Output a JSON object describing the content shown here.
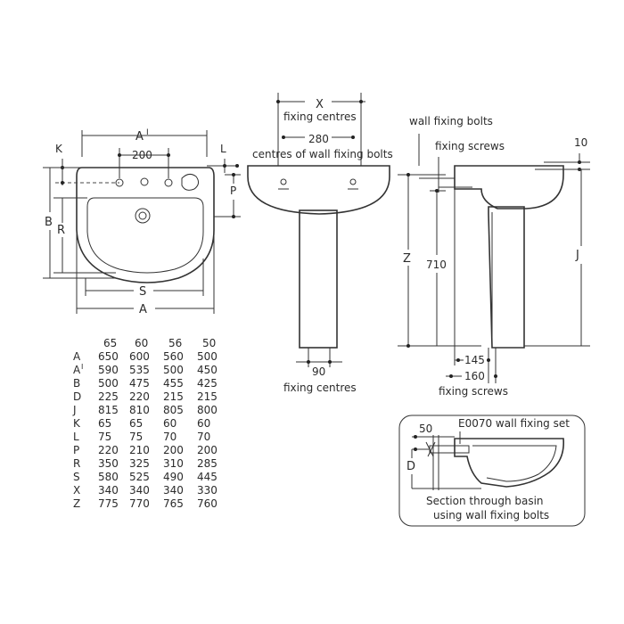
{
  "labels": {
    "a_prime": "A",
    "a_prime_mark": "I",
    "k": "K",
    "l": "L",
    "p": "P",
    "b": "B",
    "r": "R",
    "s": "S",
    "a": "A",
    "dim_200": "200",
    "x": "X",
    "fixing_centres_top": "fixing centres",
    "dim_280": "280",
    "centres_wall_bolts": "centres of wall fixing bolts",
    "dim_90": "90",
    "fixing_centres_bottom": "fixing centres",
    "wall_fixing_bolts": "wall fixing bolts",
    "fixing_screws_top": "fixing screws",
    "dim_10": "10",
    "z": "Z",
    "dim_710": "710",
    "j": "J",
    "dim_145": "145",
    "dim_160": "160",
    "fixing_screws_bottom": "fixing screws",
    "dim_50": "50",
    "e0070": "E0070 wall fixing set",
    "d": "D",
    "section_line1": "Section through basin",
    "section_line2": "using wall fixing bolts"
  },
  "table": {
    "headers": [
      "65",
      "60",
      "56",
      "50"
    ],
    "rows": [
      {
        "key": "A",
        "sup": "",
        "values": [
          "650",
          "600",
          "560",
          "500"
        ]
      },
      {
        "key": "A",
        "sup": "I",
        "values": [
          "590",
          "535",
          "500",
          "450"
        ]
      },
      {
        "key": "B",
        "sup": "",
        "values": [
          "500",
          "475",
          "455",
          "425"
        ]
      },
      {
        "key": "D",
        "sup": "",
        "values": [
          "225",
          "220",
          "215",
          "215"
        ]
      },
      {
        "key": "J",
        "sup": "",
        "values": [
          "815",
          "810",
          "805",
          "800"
        ]
      },
      {
        "key": "K",
        "sup": "",
        "values": [
          "65",
          "65",
          "60",
          "60"
        ]
      },
      {
        "key": "L",
        "sup": "",
        "values": [
          "75",
          "75",
          "70",
          "70"
        ]
      },
      {
        "key": "P",
        "sup": "",
        "values": [
          "220",
          "210",
          "200",
          "200"
        ]
      },
      {
        "key": "R",
        "sup": "",
        "values": [
          "350",
          "325",
          "310",
          "285"
        ]
      },
      {
        "key": "S",
        "sup": "",
        "values": [
          "580",
          "525",
          "490",
          "445"
        ]
      },
      {
        "key": "X",
        "sup": "",
        "values": [
          "340",
          "340",
          "340",
          "330"
        ]
      },
      {
        "key": "Z",
        "sup": "",
        "values": [
          "775",
          "770",
          "765",
          "760"
        ]
      }
    ]
  }
}
